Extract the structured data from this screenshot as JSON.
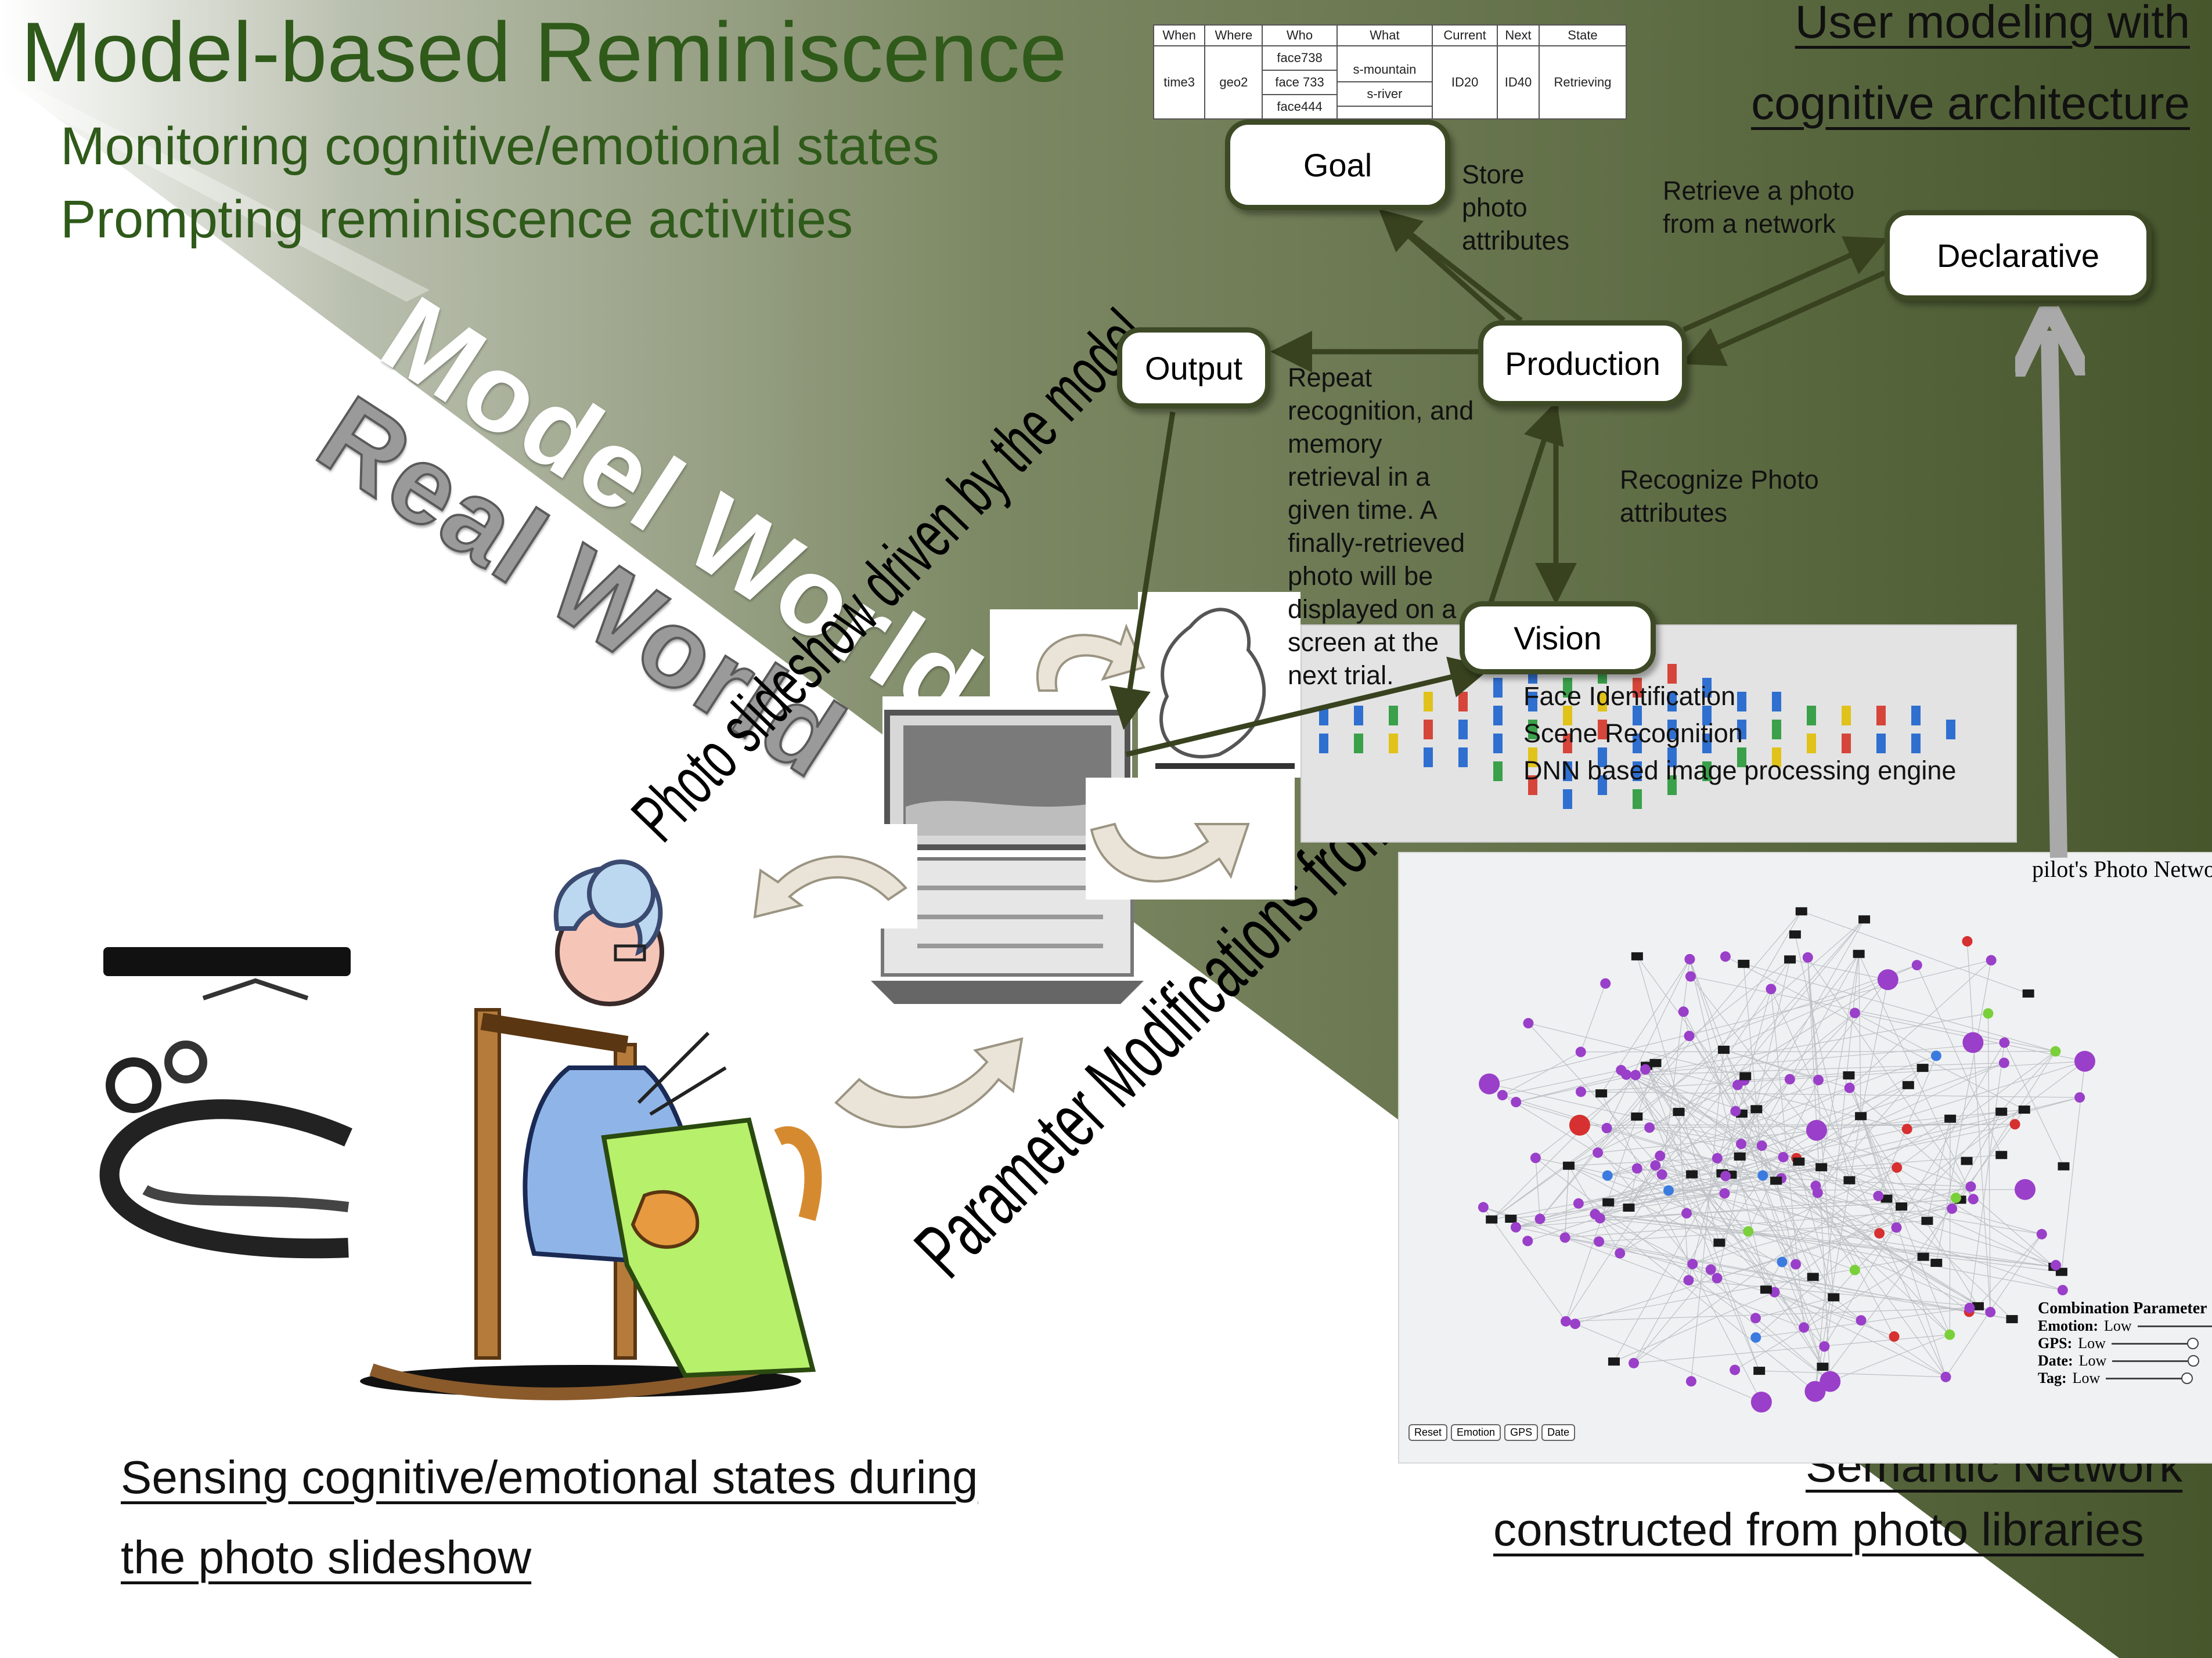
{
  "slide": {
    "title": "Model-based Reminiscence",
    "subtitle_lines": [
      "Monitoring cognitive/emotional states",
      "Prompting reminiscence activities"
    ],
    "model_world_label": "Model World",
    "real_world_label": "Real World",
    "slideshow_label": "Photo slideshow driven by the model",
    "param_label": "Parameter Modifications from the user",
    "heading_user_modeling": [
      "User modeling with",
      "cognitive architecture"
    ],
    "heading_sensing": [
      "Sensing cognitive/emotional states during",
      "the photo slideshow"
    ],
    "heading_semantic": [
      "Semantic Network",
      "constructed from photo libraries"
    ]
  },
  "attribute_table": {
    "headers": [
      "When",
      "Where",
      "Who",
      "What",
      "Current",
      "Next",
      "State"
    ],
    "row": {
      "when": "time3",
      "where": "geo2",
      "who": [
        "face738",
        "face 733",
        "face444"
      ],
      "what": [
        "s-mountain",
        "s-river",
        ""
      ],
      "current": "ID20",
      "next": "ID40",
      "state": "Retrieving"
    }
  },
  "architecture": {
    "modules": {
      "goal": "Goal",
      "declarative": "Declarative",
      "production": "Production",
      "output": "Output",
      "vision": "Vision"
    },
    "notes": {
      "store": "Store\nphoto\nattributes",
      "retrieve": "Retrieve a photo\nfrom a network",
      "repeat": "Repeat\nrecognition, and\nmemory\nretrieval in a\ngiven time. A\nfinally-retrieved\nphoto will be\ndisplayed on a\nscreen at the\nnext trial.",
      "recognize": "Recognize Photo\nattributes",
      "vision_engine": "Face Identification\nScene Recognition\nDNN based image processing engine"
    }
  },
  "photo_network": {
    "title": "pilot's Photo Network",
    "params_title": "Combination Parameter",
    "params": [
      {
        "name": "Emotion:",
        "level": "Low"
      },
      {
        "name": "GPS:",
        "level": "Low"
      },
      {
        "name": "Date:",
        "level": "Low"
      },
      {
        "name": "Tag:",
        "level": "Low"
      }
    ],
    "buttons": [
      "Reset",
      "Emotion",
      "GPS",
      "Date"
    ]
  },
  "colors": {
    "title_green": "#2f5a1a",
    "box_border": "#3d4a25",
    "arrow": "#38421f",
    "bg_dark": "#47562c",
    "bg_mid": "#7c8863",
    "bg_light": "#ffffff"
  }
}
